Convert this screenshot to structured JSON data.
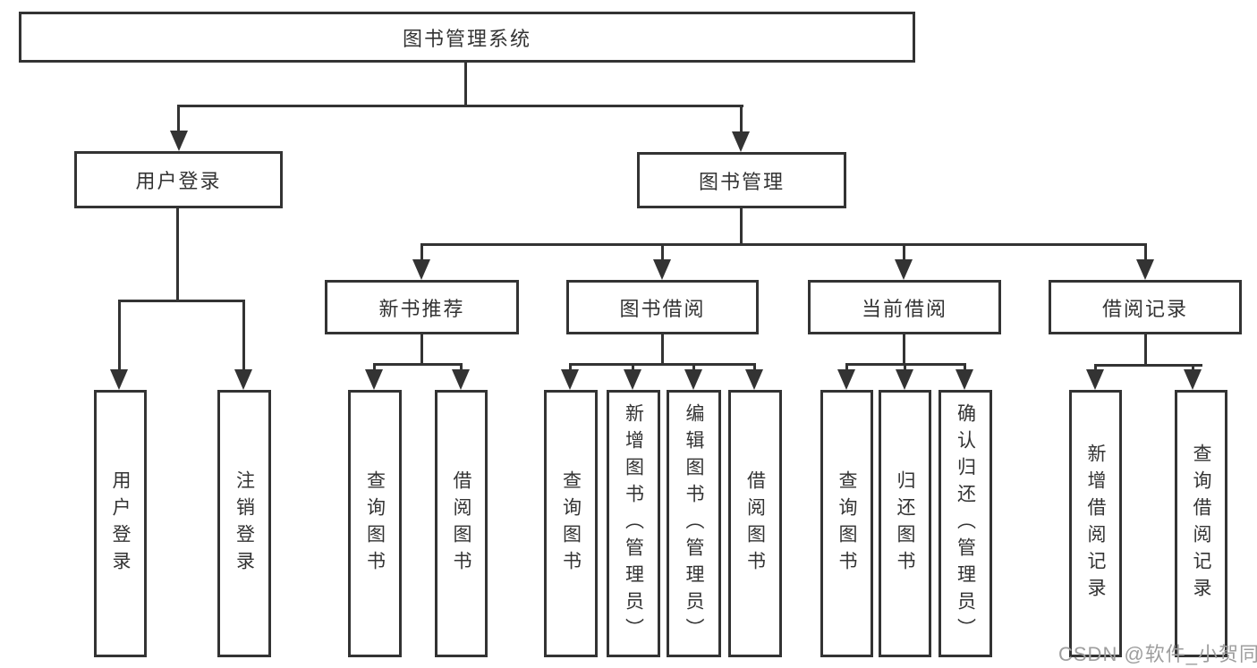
{
  "colors": {
    "line": "#333333",
    "text": "#333333",
    "watermark": "#9e9e9e",
    "background": "#ffffff"
  },
  "nodes": {
    "root": {
      "label": "图书管理系统"
    },
    "user_login": {
      "label": "用户登录"
    },
    "book_mgmt": {
      "label": "图书管理"
    },
    "new_book_rec": {
      "label": "新书推荐"
    },
    "book_borrow": {
      "label": "图书借阅"
    },
    "current_borrow": {
      "label": "当前借阅"
    },
    "borrow_records": {
      "label": "借阅记录"
    },
    "leaf_user_login": {
      "label": "用户登录"
    },
    "leaf_logout": {
      "label": "注销登录"
    },
    "leaf_nbr_query": {
      "label": "查询图书"
    },
    "leaf_nbr_borrow": {
      "label": "借阅图书"
    },
    "leaf_bb_query": {
      "label": "查询图书"
    },
    "leaf_bb_add": {
      "label": "新增图书（管理员）"
    },
    "leaf_bb_edit": {
      "label": "编辑图书（管理员）"
    },
    "leaf_bb_borrow": {
      "label": "借阅图书"
    },
    "leaf_cb_query": {
      "label": "查询图书"
    },
    "leaf_cb_return": {
      "label": "归还图书"
    },
    "leaf_cb_confirm": {
      "label": "确认归还（管理员）"
    },
    "leaf_br_add": {
      "label": "新增借阅记录"
    },
    "leaf_br_query": {
      "label": "查询借阅记录"
    }
  },
  "watermark": {
    "text": "CSDN @软件_小贺同学"
  }
}
